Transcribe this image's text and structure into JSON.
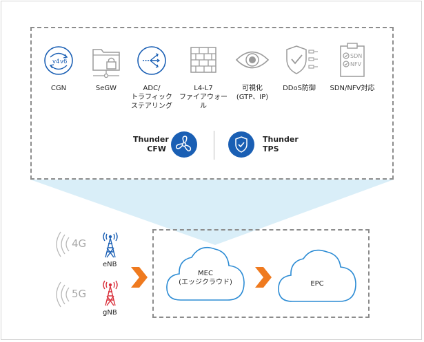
{
  "features": [
    {
      "label": "CGN",
      "icon": "ipv4-ipv6-translation-icon"
    },
    {
      "label": "SeGW",
      "icon": "folder-lock-icon"
    },
    {
      "label_lines": [
        "ADC/",
        "トラフィック",
        "ステアリング"
      ],
      "icon": "traffic-steering-icon"
    },
    {
      "label_lines": [
        "L4-L7",
        "ファイアウォール"
      ],
      "icon": "firewall-icon"
    },
    {
      "label_lines": [
        "可視化",
        "(GTP、IP)"
      ],
      "icon": "eye-icon"
    },
    {
      "label": "DDoS防御",
      "icon": "shield-check-icon"
    },
    {
      "label": "SDN/NFV対応",
      "icon": "clipboard-checklist-icon"
    }
  ],
  "icon_text": {
    "v4": "v4",
    "v6": "v6",
    "sdn": "SDN",
    "nfv": "NFV"
  },
  "products": [
    {
      "name_lines": [
        "Thunder",
        "CFW"
      ],
      "icon": "fan-icon"
    },
    {
      "name_lines": [
        "Thunder",
        "TPS"
      ],
      "icon": "shield-check-icon"
    }
  ],
  "radio": [
    {
      "generation": "4G",
      "station": "eNB",
      "color": "#1a5fb4"
    },
    {
      "generation": "5G",
      "station": "gNB",
      "color": "#d9303b"
    }
  ],
  "clouds": {
    "mec_lines": [
      "MEC",
      "(エッジクラウド)"
    ],
    "epc": "EPC"
  },
  "colors": {
    "primary_blue": "#1a5fb4",
    "arrow_orange": "#ef7a1f",
    "funnel": "#d9eef8",
    "cloud_stroke": "#2b8bd4",
    "icon_gray": "#9a9a9a"
  }
}
